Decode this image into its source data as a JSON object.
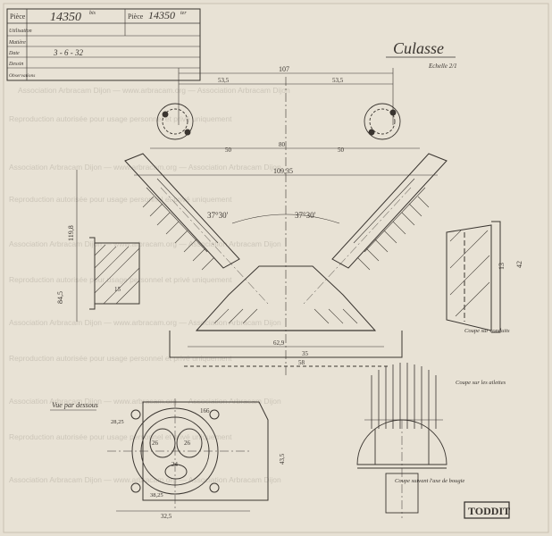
{
  "title_block": {
    "row1_label": "Pièce",
    "drawing_no": "14350",
    "drawing_no_suffix": "bis",
    "ref_label": "Pièce",
    "ref_no": "14350",
    "ref_suffix": "ter",
    "row2_label": "Utilisation",
    "row3_label": "Matière",
    "row4_label": "Date",
    "date": "3 - 6 - 32",
    "row5_label": "Dessin",
    "row6_label": "Observations"
  },
  "part_name": "Culasse",
  "scale": "Echelle 2/1",
  "stamp": "TODDIT",
  "notes": {
    "bottom_view": "Vue par dessous",
    "section_ailettes": "Coupe sur les ailettes",
    "coupe_bougie": "Coupe suivant l'axe de bougie",
    "coupe_conduits": "Coupe sur conduits"
  },
  "dimensions": {
    "top_overall": "107",
    "top_left_half": "53,5",
    "top_right_half": "53,5",
    "mid_width": "109,35",
    "mid_80": "80",
    "mid_50a": "50",
    "mid_50b": "50",
    "angle_left": "37°30'",
    "angle_right": "37°30'",
    "left_height": "119,8",
    "left_84": "84,5",
    "right_42": "42",
    "right_13": "13",
    "low_62": "62,9",
    "low_35": "35",
    "low_58": "58",
    "low_15": "15",
    "bottom_32": "32,5",
    "bottom_26a": "26",
    "bottom_26b": "26",
    "bottom_24": "24",
    "bottom_43": "43,5",
    "bottom_38": "38,25",
    "bottom_28": "28,25",
    "bottom_166": "166"
  },
  "watermark_lines": [
    "Reproduction autorisée pour usage personnel et privé uniquement",
    "Association Arbracam Dijon — www.arbracam.org — Association Arbracam Dijon"
  ]
}
